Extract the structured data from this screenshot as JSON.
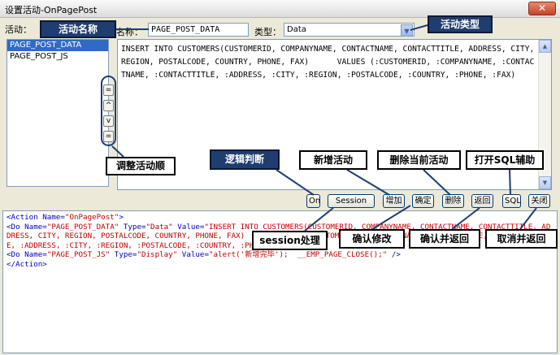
{
  "window": {
    "title": "设置活动-OnPagePost",
    "close_glyph": "✕"
  },
  "form": {
    "activity_label": "活动：",
    "name_label": "名称：",
    "name_value": "PAGE_POST_DATA",
    "type_label": "类型：",
    "type_value": "Data"
  },
  "activities": [
    "PAGE_POST_DATA",
    "PAGE_POST_JS"
  ],
  "order_buttons": [
    "=",
    "^",
    "v",
    "="
  ],
  "sql_text": "INSERT INTO CUSTOMERS(CUSTOMERID, COMPANYNAME, CONTACTNAME, CONTACTTITLE, ADDRESS, CITY, REGION, POSTALCODE, COUNTRY, PHONE, FAX)      VALUES (:CUSTOMERID, :COMPANYNAME, :CONTACTNAME, :CONTACTTITLE, :ADDRESS, :CITY, :REGION, :POSTALCODE, :COUNTRY, :PHONE, :FAX)",
  "buttons": {
    "on": "On",
    "session": "Session",
    "add": "增加",
    "confirm": "确定",
    "delete": "删除",
    "return": "返回",
    "sql": "SQL",
    "close": "关闭"
  },
  "xml": {
    "line1_tag": "<Action Name=",
    "line1_val": "\"OnPagePost\"",
    "line1_end": ">",
    "line2_a": "<Do Name=",
    "line2_name": "\"PAGE_POST_DATA\"",
    "line2_b": " Type=",
    "line2_type": "\"Data\"",
    "line2_c": " Value=",
    "line2_value": "\"INSERT INTO CUSTOMERS(CUSTOMERID, COMPANYNAME, CONTACTNAME, CONTACTTITLE, ADDRESS, CITY, REGION, POSTALCODE, COUNTRY, PHONE, FAX)      VALUES (:CUSTOMERID, :COMPANYNAME, :CONTACTNAME, :CONTACTTITLE, :ADDRESS, :CITY, :REGION, :POSTALCODE, :COUNTRY, :PHONE, :FAX)\"",
    "line2_end": " />",
    "line3_a": "<Do Name=",
    "line3_name": "\"PAGE_POST_JS\"",
    "line3_b": " Type=",
    "line3_type": "\"Display\"",
    "line3_c": " Value=",
    "line3_value": "\"alert('新增完毕');  __EMP_PAGE_CLOSE();\"",
    "line3_end": " />",
    "line4": "</Action>"
  },
  "callouts": {
    "activity_name": "活动名称",
    "activity_type": "活动类型",
    "adjust_order": "调整活动顺",
    "logic": "逻辑判断",
    "add_activity": "新增活动",
    "delete_activity": "删除当前活动",
    "open_sql": "打开SQL辅助",
    "session": "session处理",
    "confirm_modify": "确认修改",
    "confirm_return": "确认并返回",
    "cancel_return": "取消并返回"
  },
  "colors": {
    "window_bg": "#ece9d8",
    "selection": "#316ac5",
    "callout_dark": "#1f3d6e",
    "xml_tag": "#0000c0",
    "xml_value": "#c00000"
  }
}
